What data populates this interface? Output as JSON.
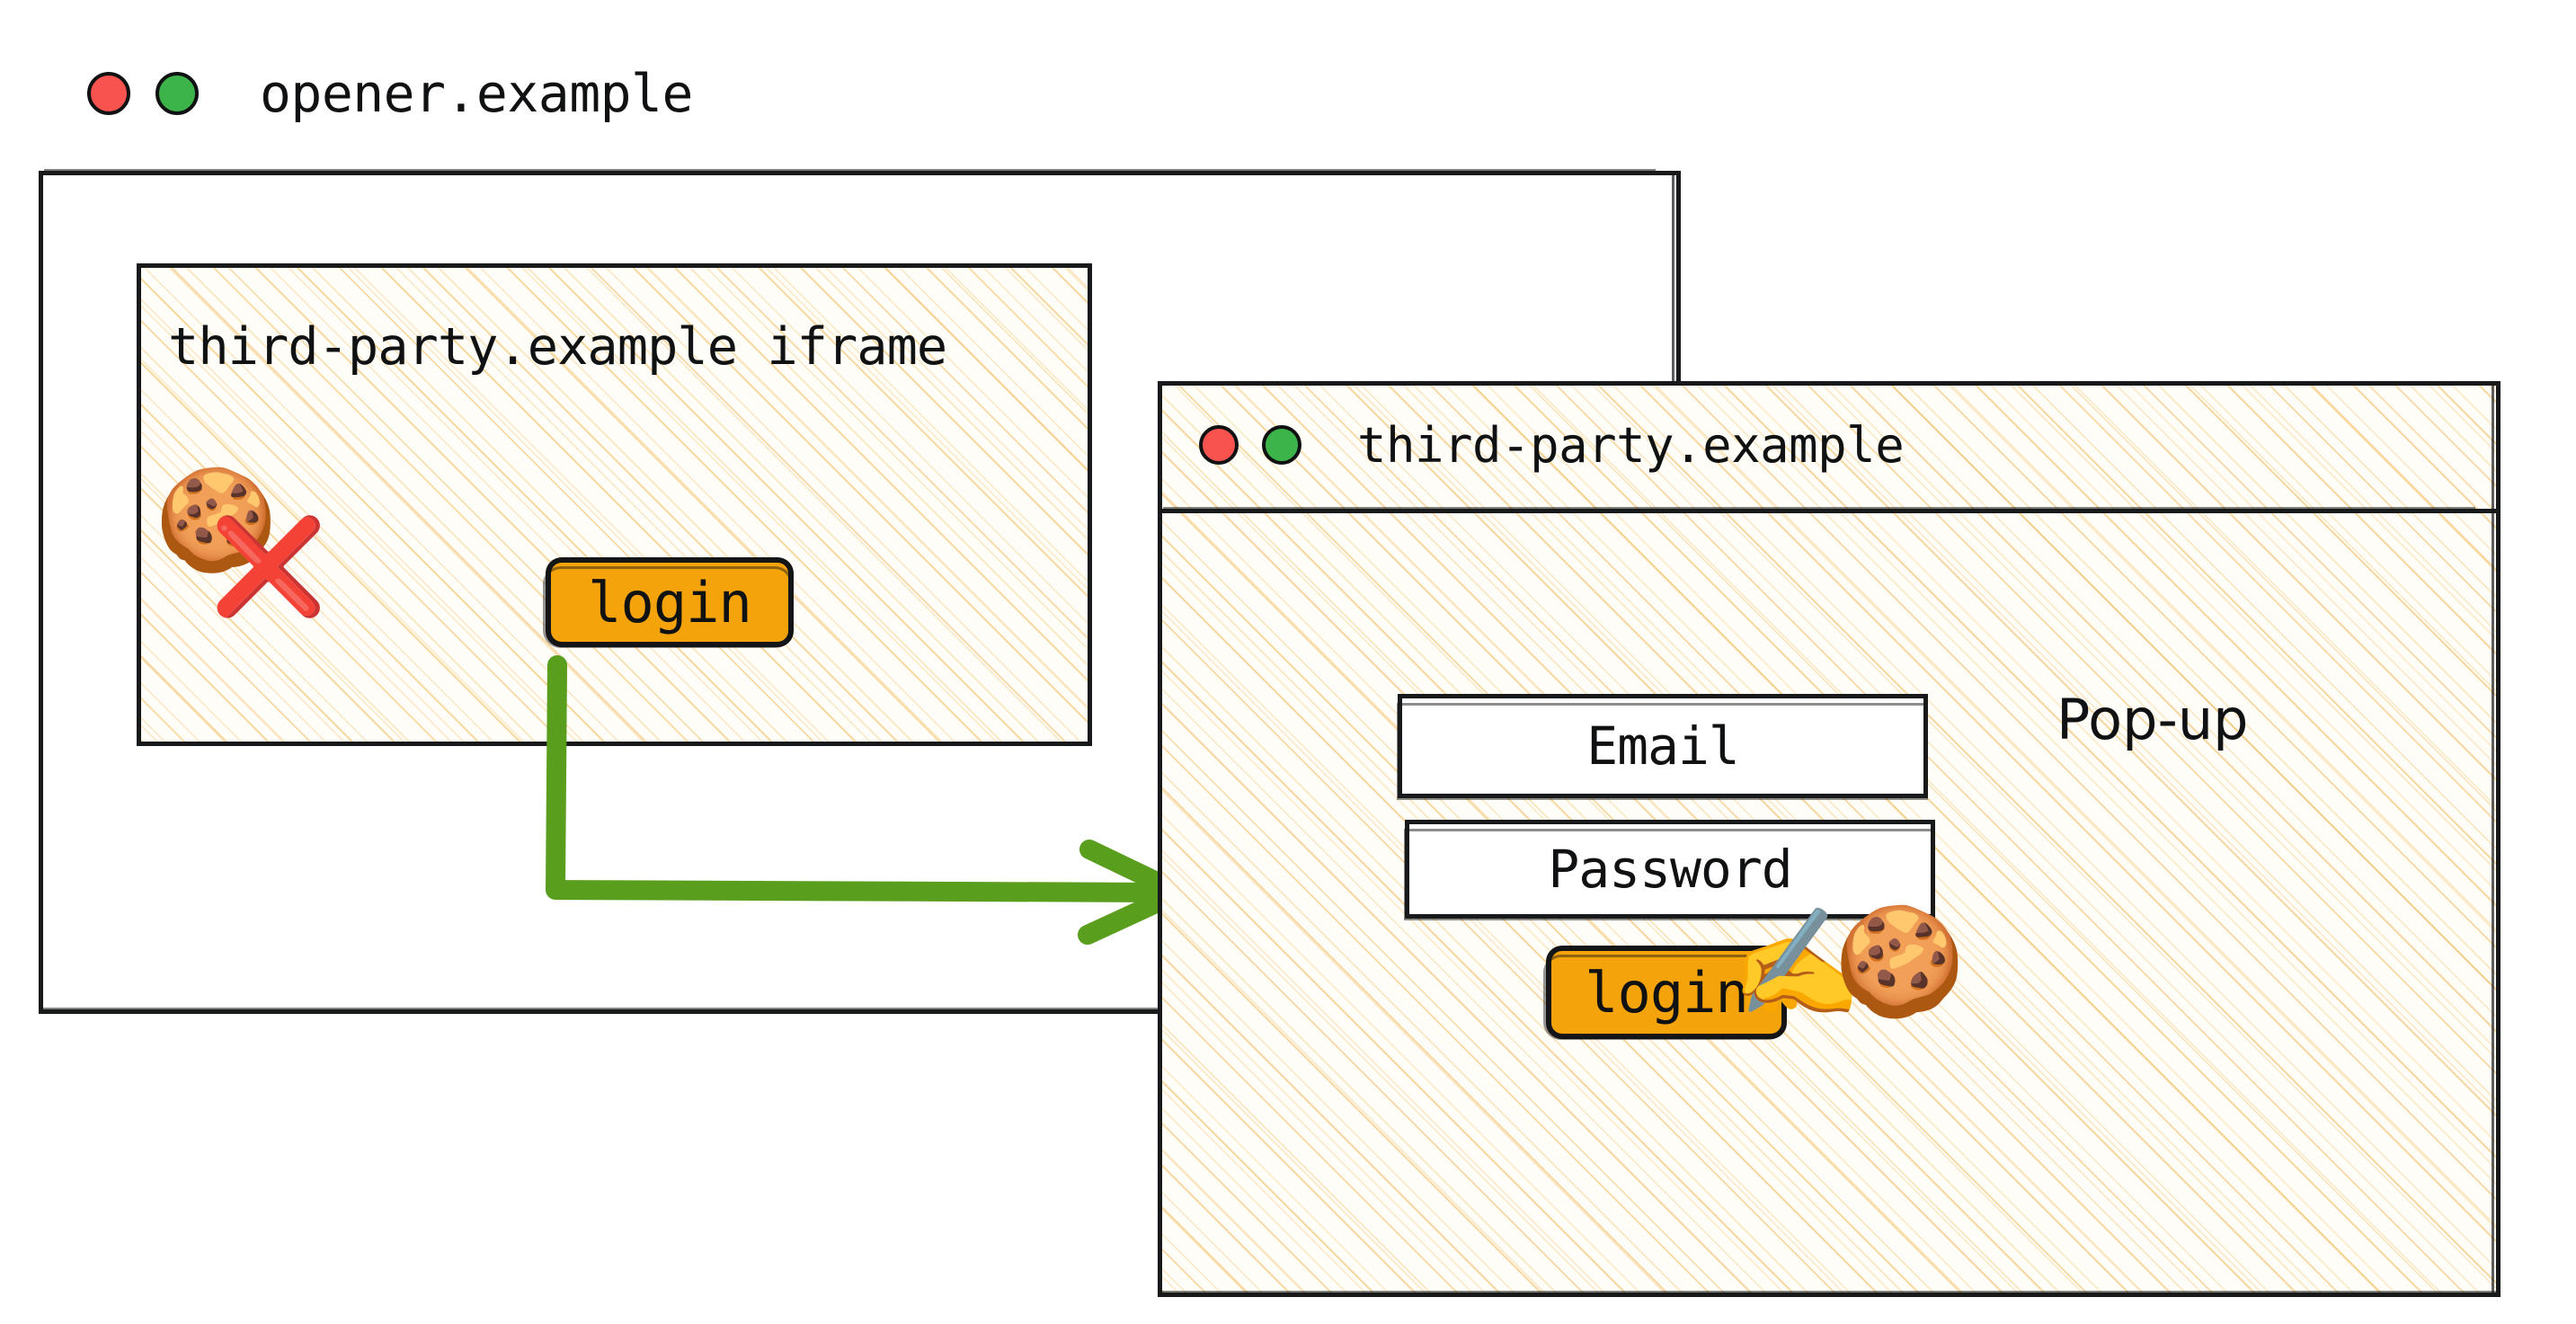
{
  "opener_window": {
    "title": "opener.example",
    "traffic_lights": [
      {
        "name": "close-dot",
        "color": "#f8534f"
      },
      {
        "name": "maximize-dot",
        "color": "#3cb44a"
      }
    ],
    "iframe": {
      "label": "third-party.example iframe",
      "cookie_icon": "🍪",
      "blocked_icon": "❌",
      "login_label": "login"
    }
  },
  "popup_window": {
    "title": "third-party.example",
    "traffic_lights": [
      {
        "name": "close-dot",
        "color": "#f8534f"
      },
      {
        "name": "maximize-dot",
        "color": "#3cb44a"
      }
    ],
    "annotation": "Pop-up",
    "fields": [
      {
        "name": "email-field",
        "label": "Email"
      },
      {
        "name": "password-field",
        "label": "Password"
      }
    ],
    "login_label": "login",
    "writing_hand_icon": "✍️",
    "cookie_icon": "🍪"
  },
  "flow_arrow": {
    "name": "login-opens-popup-arrow",
    "color": "#5a9e1e",
    "from": "iframe login button",
    "to": "third-party.example pop-up window"
  },
  "colors": {
    "accent_orange": "#f5a30b",
    "arrow_green": "#5a9e1e",
    "blocked_red": "#d0342c",
    "ink": "#18191a",
    "hatch": "#f2ba5c",
    "paper": "#fffdf7"
  }
}
